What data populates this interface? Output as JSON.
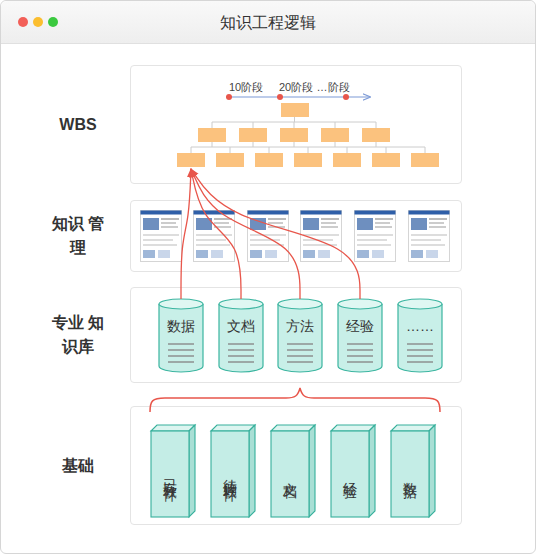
{
  "diagram": {
    "title": "知识工程逻辑",
    "nodes": [
      {
        "text": [
          "WBS"
        ]
      },
      {
        "text": [
          "知识 管理"
        ]
      },
      {
        "text": [
          "专业 知识库"
        ]
      },
      {
        "text": [
          "基础"
        ]
      },
      {
        "text": [
          "数据"
        ],
        "in": 2
      },
      {
        "text": [
          "文档"
        ],
        "in": 2
      },
      {
        "text": [
          "方法"
        ],
        "in": 2
      },
      {
        "text": [
          "经验"
        ],
        "in": 2
      },
      {
        "text": [
          "……"
        ],
        "in": 2
      },
      {
        "text": [
          "已有软件"
        ],
        "in": 3
      },
      {
        "text": [
          "待购软件"
        ],
        "in": 3
      },
      {
        "text": [
          "文档"
        ],
        "in": 3
      },
      {
        "text": [
          "经验"
        ],
        "in": 3
      },
      {
        "text": [
          "数据"
        ],
        "in": 3
      }
    ],
    "edges": [
      {
        "from": 4,
        "to": 0,
        "arrow": "to"
      },
      {
        "from": 5,
        "to": 0,
        "arrow": "to"
      },
      {
        "from": 6,
        "to": 0,
        "arrow": "to"
      },
      {
        "from": 7,
        "to": 0,
        "arrow": "to"
      }
    ],
    "labels": [
      "10阶段",
      "20阶段",
      "…阶段"
    ]
  }
}
